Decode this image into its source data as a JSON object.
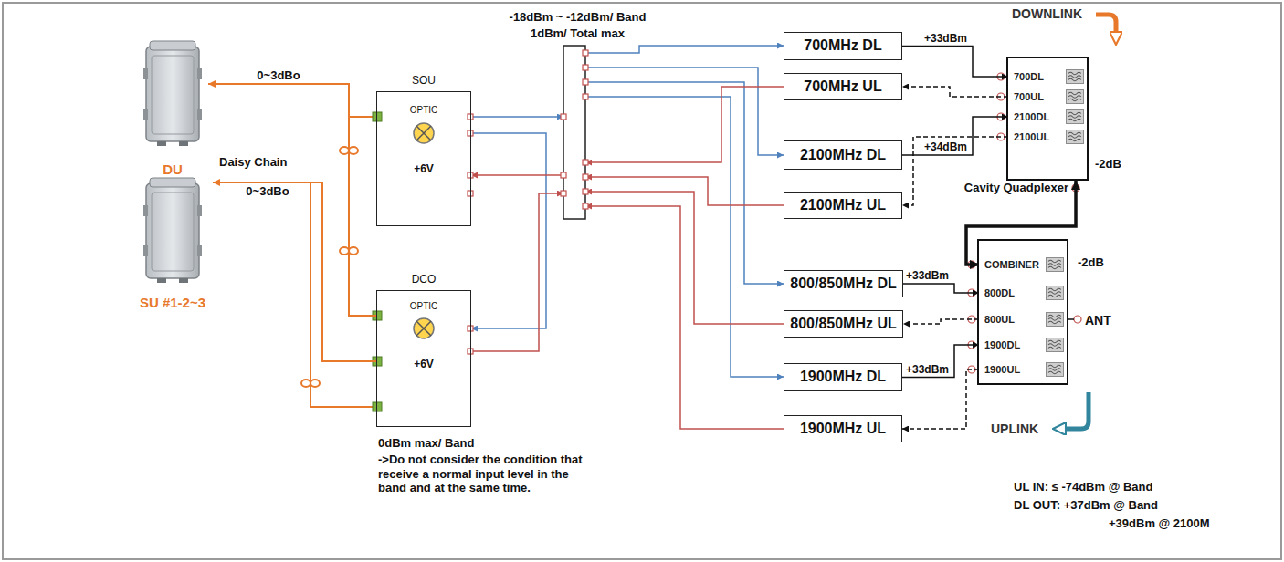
{
  "diagram": {
    "nodes": [
      {
        "text": [
          "DU"
        ]
      },
      {
        "text": [
          "SU #1-2~3"
        ]
      },
      {
        "text": [
          "SOU",
          "OPTIC",
          "+6V"
        ]
      },
      {
        "text": [
          "DCO",
          "OPTIC",
          "+6V"
        ]
      },
      {
        "text": [
          "700MHz DL"
        ]
      },
      {
        "text": [
          "700MHz UL"
        ]
      },
      {
        "text": [
          "2100MHz DL"
        ]
      },
      {
        "text": [
          "2100MHz UL"
        ]
      },
      {
        "text": [
          "800/850MHz DL"
        ]
      },
      {
        "text": [
          "800/850MHz UL"
        ]
      },
      {
        "text": [
          "1900MHz DL"
        ]
      },
      {
        "text": [
          "1900MHz UL"
        ]
      },
      {
        "text": [
          "Cavity Quadplexer"
        ]
      },
      {
        "text": [
          "700DL"
        ],
        "in": 12
      },
      {
        "text": [
          "700UL"
        ],
        "in": 12
      },
      {
        "text": [
          "2100DL"
        ],
        "in": 12
      },
      {
        "text": [
          "2100UL"
        ],
        "in": 12
      },
      {
        "text": [
          "ANT"
        ]
      },
      {
        "text": [
          "COMBINER"
        ],
        "in": 17
      },
      {
        "text": [
          "800DL"
        ],
        "in": 17
      },
      {
        "text": [
          "800UL"
        ],
        "in": 17
      },
      {
        "text": [
          "1900DL"
        ],
        "in": 17
      },
      {
        "text": [
          "1900UL"
        ],
        "in": 17
      }
    ],
    "edges": [
      {
        "from": 3,
        "to": 0,
        "arrow": "to",
        "label": "0~3dBo"
      },
      {
        "from": 3,
        "to": 1,
        "arrow": "to",
        "label": "0~3dBo"
      },
      {
        "from": 4,
        "to": 13,
        "arrow": "to",
        "label": "+33dBm"
      },
      {
        "from": 14,
        "to": 5,
        "arrow": "to"
      },
      {
        "from": 6,
        "to": 15,
        "arrow": "to",
        "label": "+34dBm"
      },
      {
        "from": 16,
        "to": 7,
        "arrow": "to"
      },
      {
        "from": 12,
        "to": 18,
        "arrow": "both"
      },
      {
        "from": 8,
        "to": 19,
        "arrow": "to",
        "label": "+33dBm"
      },
      {
        "from": 20,
        "to": 9,
        "arrow": "to"
      },
      {
        "from": 10,
        "to": 21,
        "arrow": "to",
        "label": "+33dBm"
      },
      {
        "from": 22,
        "to": 11,
        "arrow": "to"
      }
    ],
    "labels": [
      "-18dBm ~ -12dBm/ Band",
      "1dBm/ Total max",
      "0dBm max/ Band",
      "->Do not consider the condition that receive a normal input level in the band and at the same time.",
      "Daisy Chain",
      "DOWNLINK",
      "UPLINK",
      "-2dB",
      "-2dB",
      "UL IN: ≤ -74dBm @ Band",
      "DL OUT: +37dBm @ Band",
      "+39dBm @ 2100M"
    ]
  }
}
